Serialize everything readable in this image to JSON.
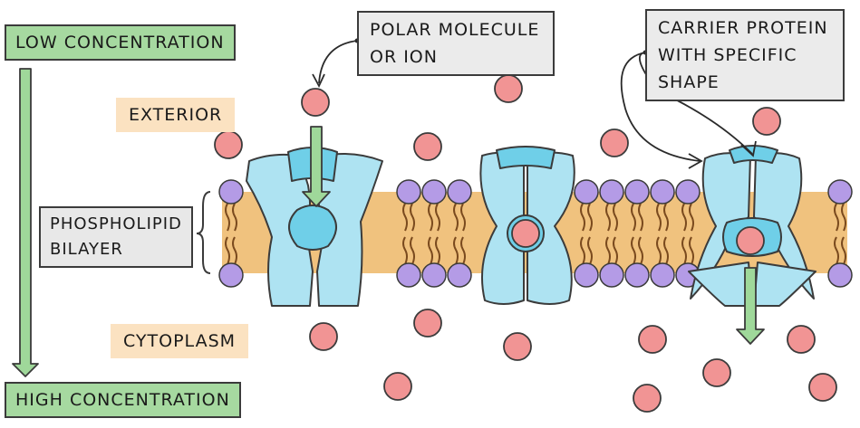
{
  "labels": {
    "low_concentration": "LOW CONCENTRATION",
    "high_concentration": "HIGH CONCENTRATION",
    "exterior": "EXTERIOR",
    "cytoplasm": "CYTOPLASM",
    "phospholipid_bilayer": "PHOSPHOLIPID\nBILAYER",
    "polar_molecule": "POLAR MOLECULE\nOR ION",
    "carrier_protein": "CARRIER PROTEIN\nWITH SPECIFIC\nSHAPE"
  },
  "colors": {
    "concentration_box": "#a6d9a0",
    "region_box": "#fbe2c1",
    "callout_box": "#ebebeb",
    "protein": "#aee3f2",
    "protein_dark": "#6fcfe8",
    "phosphate_head": "#b49be6",
    "lipid_core": "#f0c27e",
    "molecule": "#f19494",
    "arrow_green": "#9fd89a"
  }
}
